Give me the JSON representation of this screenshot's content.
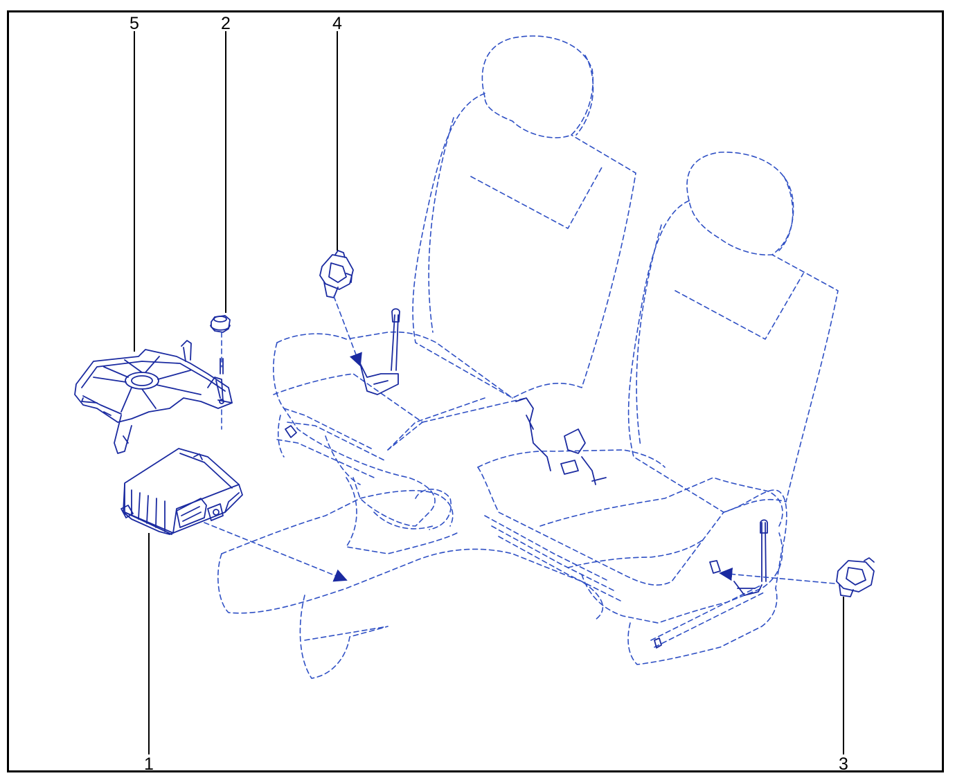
{
  "diagram": {
    "callouts": [
      {
        "id": "1",
        "label": "1",
        "part": "airbag-control-module"
      },
      {
        "id": "2",
        "label": "2",
        "part": "mounting-nut"
      },
      {
        "id": "3",
        "label": "3",
        "part": "right-seat-sensor"
      },
      {
        "id": "4",
        "label": "4",
        "part": "left-seat-sensor"
      },
      {
        "id": "5",
        "label": "5",
        "part": "module-bracket"
      }
    ],
    "colors": {
      "part_line": "#1a2aa0",
      "phantom_line": "#2e4fc4",
      "leader_line": "#000000",
      "frame": "#000000",
      "background": "#ffffff"
    }
  }
}
